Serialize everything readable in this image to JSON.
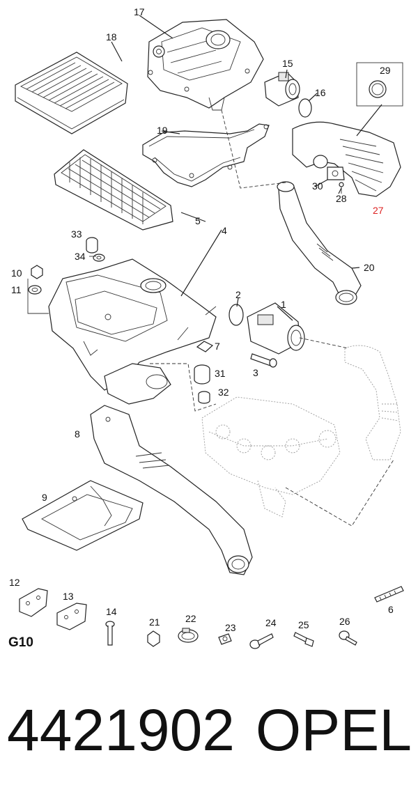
{
  "diagram": {
    "section_code": "G10",
    "labels": {
      "p1": "1",
      "p2": "2",
      "p3": "3",
      "p4": "4",
      "p5": "5",
      "p6": "6",
      "p7": "7",
      "p8": "8",
      "p9": "9",
      "p10": "10",
      "p11": "11",
      "p12": "12",
      "p13": "13",
      "p14": "14",
      "p15": "15",
      "p16": "16",
      "p17": "17",
      "p18": "18",
      "p19": "19",
      "p20": "20",
      "p21": "21",
      "p22": "22",
      "p23": "23",
      "p24": "24",
      "p25": "25",
      "p26": "26",
      "p27": "27",
      "p28": "28",
      "p29": "29",
      "p30": "30",
      "p31": "31",
      "p32": "32",
      "p33": "33",
      "p34": "34"
    },
    "highlight_color": "#dd2222"
  },
  "footer": {
    "part_number": "4421902",
    "brand": "OPEL"
  }
}
